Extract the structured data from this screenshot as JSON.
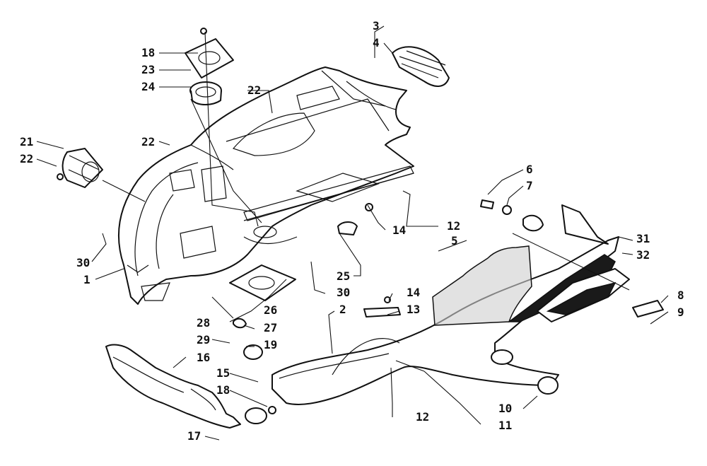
{
  "callouts": [
    "1",
    "2",
    "3",
    "4",
    "5",
    "6",
    "7",
    "8",
    "9",
    "10",
    "11",
    "12",
    "12",
    "13",
    "14",
    "14",
    "15",
    "16",
    "17",
    "18",
    "18",
    "19",
    "21",
    "22",
    "22",
    "22",
    "23",
    "24",
    "25",
    "26",
    "27",
    "28",
    "29",
    "30",
    "30",
    "31",
    "32"
  ],
  "icons": {
    "bezel": "front-bezel-part",
    "belly_pan": "belly-pan-part",
    "side_panel": "side-panel-part",
    "duct": "air-duct-part",
    "boot": "steering-boot-part"
  }
}
